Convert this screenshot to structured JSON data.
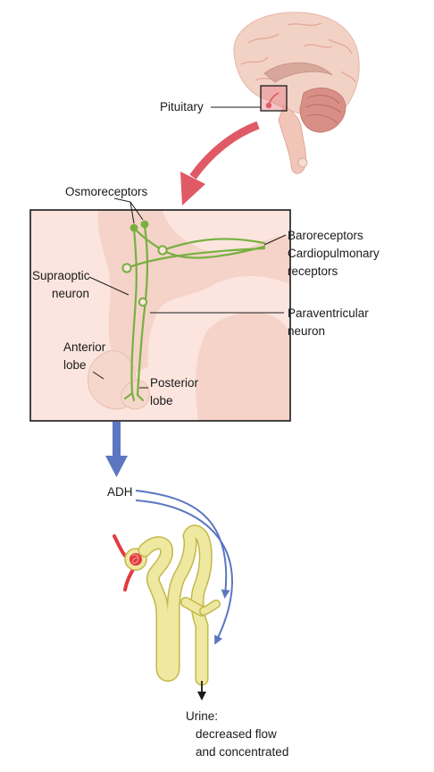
{
  "labels": {
    "pituitary": "Pituitary",
    "osmoreceptors": "Osmoreceptors",
    "baroreceptors": "Baroreceptors",
    "cardiopulmonary": "Cardiopulmonary",
    "receptors": "receptors",
    "supraoptic_1": "Supraoptic",
    "supraoptic_2": "neuron",
    "paraventricular_1": "Paraventricular",
    "paraventricular_2": "neuron",
    "anterior_1": "Anterior",
    "anterior_2": "lobe",
    "posterior_1": "Posterior",
    "posterior_2": "lobe",
    "adh": "ADH",
    "urine_1": "Urine:",
    "urine_2": "decreased flow",
    "urine_3": "and concentrated"
  },
  "colors": {
    "brain": "#f3d2c6",
    "brain_fold": "#e3aa9a",
    "cerebellum": "#d98f86",
    "inset_bg": "#fbe5de",
    "inset_tissue": "#f5d3c8",
    "neuron": "#78b040",
    "arrow_red": "#e05a66",
    "arrow_blue": "#5b77c2",
    "kidney_tubule": "#efe8a0",
    "kidney_stroke": "#c2b84a",
    "glomerulus": "#e23a3f"
  }
}
